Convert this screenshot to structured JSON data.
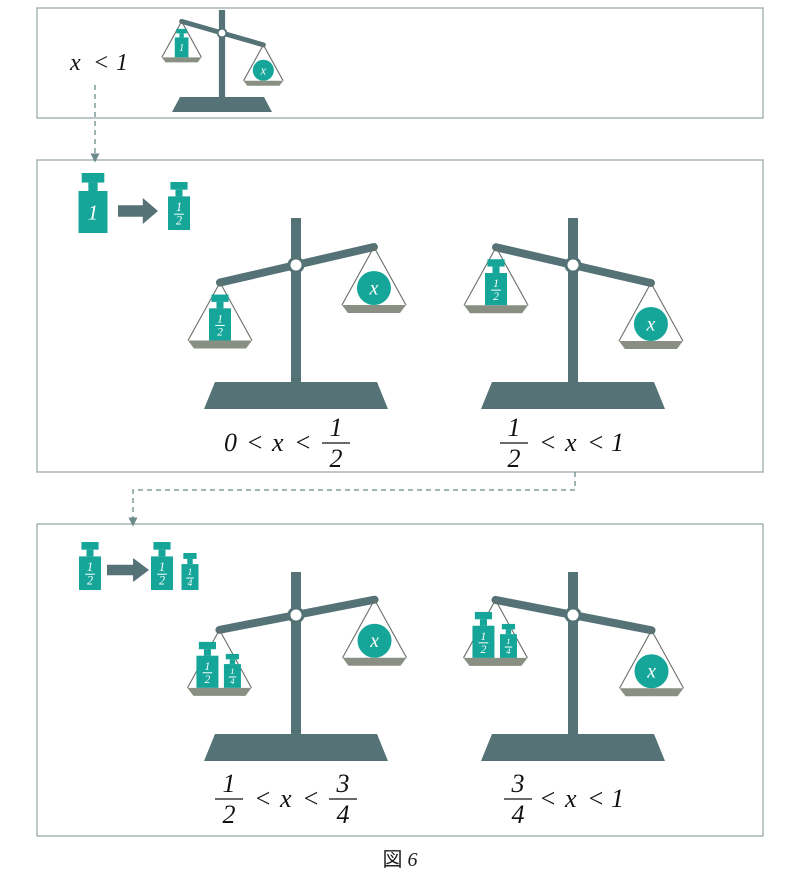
{
  "colors": {
    "beam": "#557377",
    "teal": "#15a699",
    "pan": "#8a8f83",
    "panel_border": "#9aabaa",
    "string": "#6a6f6a",
    "arrow": "#557377",
    "dashed": "#6a8a8c"
  },
  "panel1": {
    "condition": {
      "left": "x",
      "op1": "<",
      "right": "1"
    },
    "scale": {
      "left_weights": [
        "1"
      ],
      "right_ball": "x",
      "tilt": "right-heavy"
    }
  },
  "panel2": {
    "transform": {
      "from": "1",
      "to": [
        "1/2"
      ]
    },
    "cases": [
      {
        "scale": {
          "left_weights": [
            "1/2"
          ],
          "right_ball": "x",
          "tilt": "left-heavy"
        },
        "condition": {
          "a": "0",
          "op1": "<",
          "mid": "x",
          "op2": "<",
          "b_num": "1",
          "b_den": "2"
        }
      },
      {
        "scale": {
          "left_weights": [
            "1/2"
          ],
          "right_ball": "x",
          "tilt": "right-heavy"
        },
        "condition": {
          "a_num": "1",
          "a_den": "2",
          "op1": "<",
          "mid": "x",
          "op2": "<",
          "b": "1"
        }
      }
    ]
  },
  "panel3": {
    "transform": {
      "from": "1/2",
      "to": [
        "1/2",
        "1/4"
      ]
    },
    "cases": [
      {
        "scale": {
          "left_weights": [
            "1/2",
            "1/4"
          ],
          "right_ball": "x",
          "tilt": "left-heavy"
        },
        "condition": {
          "a_num": "1",
          "a_den": "2",
          "op1": "<",
          "mid": "x",
          "op2": "<",
          "b_num": "3",
          "b_den": "4"
        }
      },
      {
        "scale": {
          "left_weights": [
            "1/2",
            "1/4"
          ],
          "right_ball": "x",
          "tilt": "right-heavy"
        },
        "condition": {
          "a_num": "3",
          "a_den": "4",
          "op1": "<",
          "mid": "x",
          "op2": "<",
          "b": "1"
        }
      }
    ]
  },
  "caption": {
    "label": "図",
    "number": "6"
  }
}
